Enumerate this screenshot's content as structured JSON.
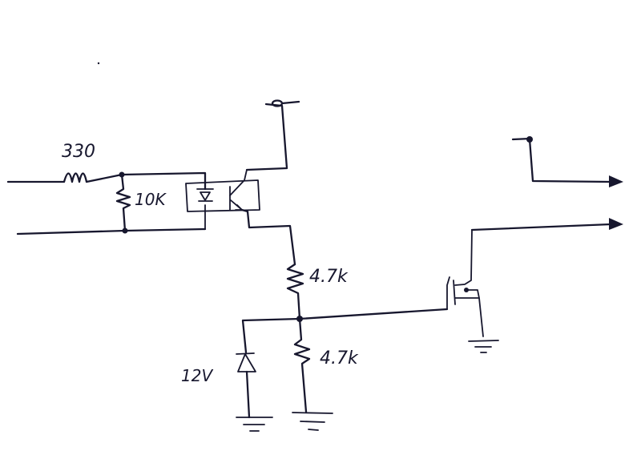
{
  "labels": {
    "input_resistor": "330",
    "shunt_resistor": "10K",
    "upper_divider_resistor": "4.7k",
    "lower_divider_resistor": "4.7k",
    "zener": "12V"
  },
  "colors": {
    "ink": "#17172e",
    "paper": "#ffffff"
  }
}
